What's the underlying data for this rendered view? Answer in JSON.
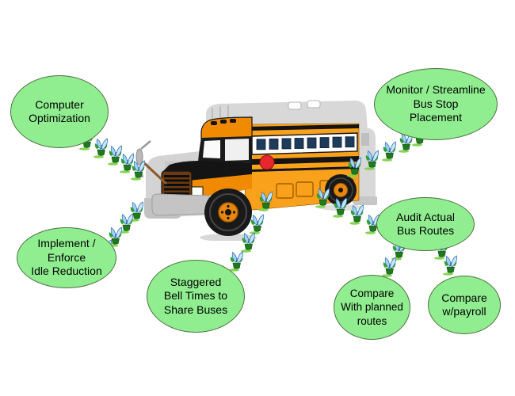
{
  "diagram": {
    "background_color": "#ffffff",
    "bubble_fill": "#90EE90",
    "bubble_border": "#4F7042",
    "text_color": "#000000",
    "center_graphic": "yellow-school-bus-clipart",
    "trail_icon": "sprout-butterfly-icon",
    "bubbles": [
      {
        "id": "computer-optimization",
        "lines": [
          "Computer",
          "Optimization"
        ]
      },
      {
        "id": "monitor-streamline-bus-stop",
        "lines": [
          "Monitor / Streamline",
          "Bus Stop",
          "Placement"
        ]
      },
      {
        "id": "implement-enforce-idle-reduction",
        "lines": [
          "Implement /",
          "Enforce",
          "Idle Reduction"
        ]
      },
      {
        "id": "staggered-bell-times-share-buses",
        "lines": [
          "Staggered",
          "Bell Times to",
          "Share Buses"
        ]
      },
      {
        "id": "audit-actual-bus-routes",
        "lines": [
          "Audit Actual",
          "Bus Routes"
        ]
      },
      {
        "id": "compare-with-planned-routes",
        "lines": [
          "Compare",
          "With planned",
          "routes"
        ]
      },
      {
        "id": "compare-w-payroll",
        "lines": [
          "Compare",
          "w/payroll"
        ]
      }
    ],
    "trails": [
      {
        "id": "computer-to-bus",
        "icon_count": 5
      },
      {
        "id": "bus-to-implement",
        "icon_count": 4
      },
      {
        "id": "bus-to-staggered",
        "icon_count": 4
      },
      {
        "id": "bus-to-audit",
        "icon_count": 4
      },
      {
        "id": "bus-to-monitor",
        "icon_count": 5
      },
      {
        "id": "audit-to-compare-planned",
        "icon_count": 2
      },
      {
        "id": "audit-to-compare-payroll",
        "icon_count": 2
      }
    ],
    "bus_colors": {
      "body": "#F9A11B",
      "front_accent": "#F08A00",
      "trim": "#141414",
      "ghost_bus": "#D8D8D8",
      "stop_light": "#E8262C",
      "wheel_hub": "#E8870F",
      "bumper": "#C4C4C4"
    }
  }
}
